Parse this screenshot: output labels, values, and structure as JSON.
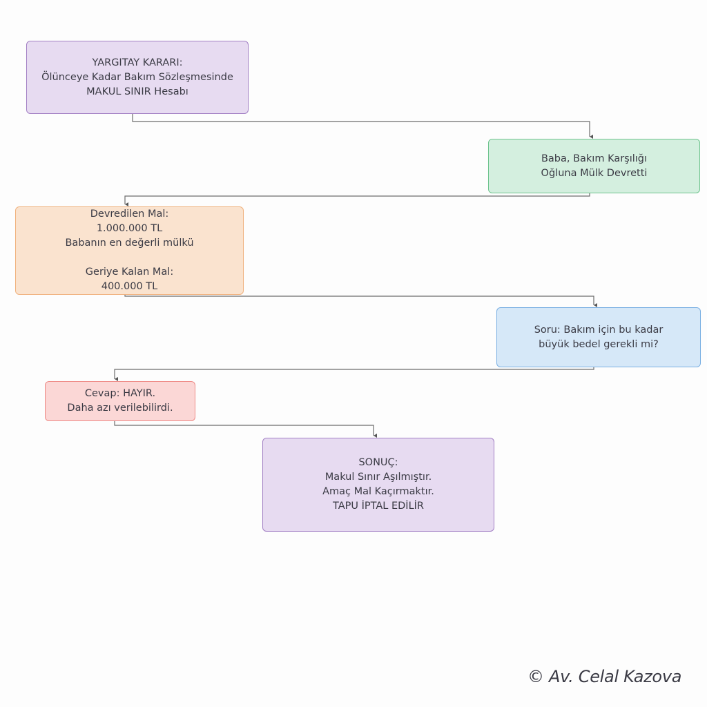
{
  "nodes": [
    {
      "id": "karar",
      "color": "#e7dbf1",
      "lines": [
        "YARGITAY KARARI:",
        "Ölünceye Kadar Bakım Sözleşmesinde",
        "MAKUL SINIR Hesabı"
      ]
    },
    {
      "id": "devir",
      "color": "#d4efdf",
      "lines": [
        "Baba, Bakım Karşılığı",
        "Oğluna Mülk Devretti"
      ]
    },
    {
      "id": "mal",
      "color": "#fae3cf",
      "lines": [
        "Devredilen Mal:",
        "1.000.000 TL",
        "Babanın en değerli mülkü",
        "",
        "Geriye Kalan Mal:",
        "400.000 TL"
      ]
    },
    {
      "id": "soru",
      "color": "#d6e8f8",
      "lines": [
        "Soru: Bakım için bu kadar",
        "büyük bedel gerekli mi?"
      ]
    },
    {
      "id": "cevap",
      "color": "#fbd7d6",
      "lines": [
        "Cevap: HAYIR.",
        "Daha azı verilebilirdi."
      ]
    },
    {
      "id": "sonuc",
      "color": "#e7dbf1",
      "lines": [
        "SONUÇ:",
        "Makul Sınır Aşılmıştır.",
        "Amaç Mal Kaçırmaktır.",
        "TAPU İPTAL EDİLİR"
      ]
    }
  ],
  "edges": [
    {
      "from": "karar",
      "to": "devir"
    },
    {
      "from": "devir",
      "to": "mal"
    },
    {
      "from": "mal",
      "to": "soru"
    },
    {
      "from": "soru",
      "to": "cevap"
    },
    {
      "from": "cevap",
      "to": "sonuc"
    }
  ],
  "edge_color": "#6b6b6b",
  "copyright": "© Av. Celal Kazova"
}
